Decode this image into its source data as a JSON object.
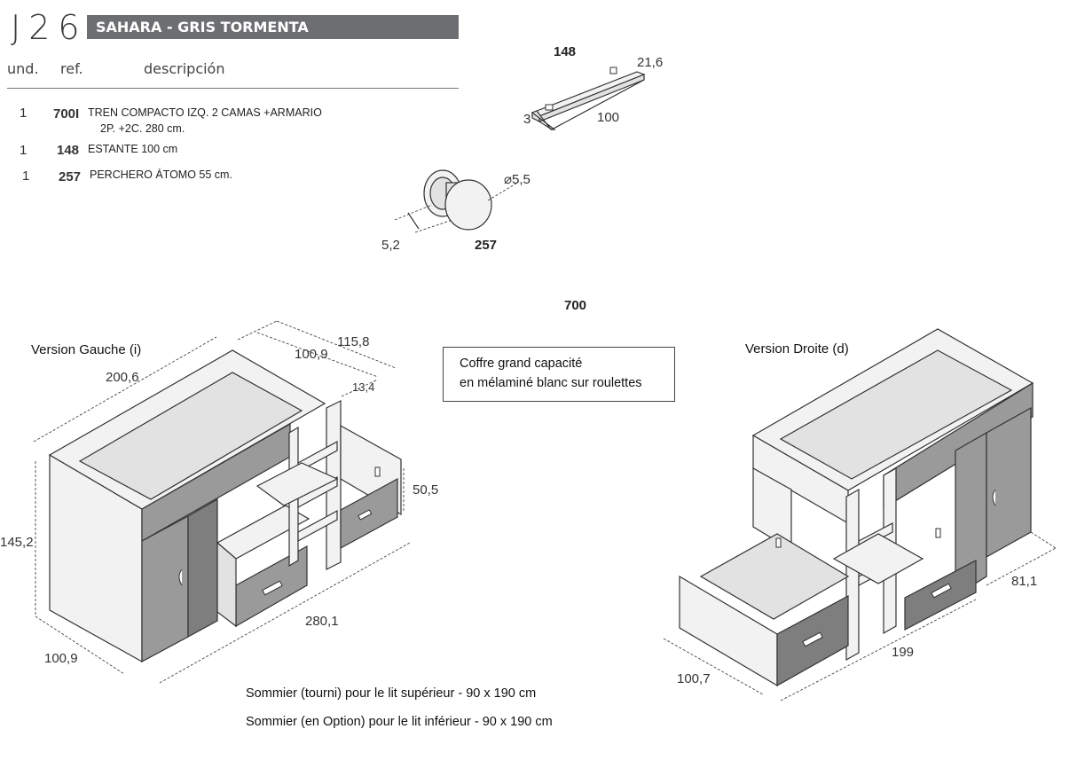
{
  "header": {
    "code": "J26",
    "finish": "SAHARA - GRIS TORMENTA",
    "col_und": "und.",
    "col_ref": "ref.",
    "col_desc": "descripción"
  },
  "items": [
    {
      "qty": "1",
      "ref": "700I",
      "line1": "TREN COMPACTO IZQ. 2 CAMAS +ARMARIO",
      "line2": "2P. +2C. 280 cm."
    },
    {
      "qty": "1",
      "ref": "148",
      "line1": "ESTANTE 100 cm"
    },
    {
      "qty": "1",
      "ref": "257",
      "line1": "PERCHERO ÁTOMO 55 cm."
    }
  ],
  "shelf": {
    "ref": "148",
    "w": "21,6",
    "h": "3",
    "l": "100"
  },
  "hook": {
    "ref": "257",
    "dia": "5,5",
    "d": "5,2"
  },
  "main_ref": "700",
  "left": {
    "title": "Version Gauche (i)",
    "dims": {
      "length": "200,6",
      "top": "100,9",
      "depth": "115,8",
      "step": "13,4",
      "height": "145,2",
      "chest": "50,5",
      "total": "280,1",
      "base": "100,9"
    }
  },
  "right": {
    "title": "Version Droite (d)",
    "dims": {
      "depth": "81,1",
      "total": "199",
      "base": "100,7"
    }
  },
  "note": {
    "line1": "Coffre grand capacité",
    "line2": "en mélaminé blanc sur roulettes"
  },
  "sommier": {
    "line1": "Sommier  (tourni) pour le lit supérieur - 90 x 190 cm",
    "line2": "Sommier (en Option) pour le lit inférieur - 90 x 190 cm"
  },
  "colors": {
    "banner": "#6d6e71",
    "grey_panel": "#9a9a9a",
    "white_panel": "#f2f2f2"
  }
}
